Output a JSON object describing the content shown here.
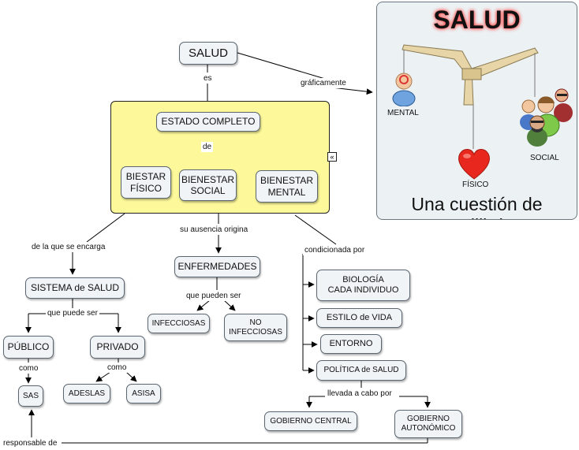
{
  "nodes": {
    "salud": "SALUD",
    "estado_completo": "ESTADO COMPLETO",
    "biestar_fisico": "BIESTAR\nFÍSICO",
    "bienestar_social": "BIENESTAR\nSOCIAL",
    "bienestar_mental": "BIENESTAR\nMENTAL",
    "sistema_salud": "SISTEMA de SALUD",
    "publico": "PÚBLICO",
    "privado": "PRIVADO",
    "sas": "SAS",
    "adeslas": "ADESLAS",
    "asisa": "ASISA",
    "enfermedades": "ENFERMEDADES",
    "infecciosas": "INFECCIOSAS",
    "no_infecciosas": "NO\nINFECCIOSAS",
    "biologia": "BIOLOGÍA\nCADA INDIVIDUO",
    "estilo_vida": "ESTILO de VIDA",
    "entorno": "ENTORNO",
    "politica_salud": "POLÍTICA de SALUD",
    "gobierno_central": "GOBIERNO CENTRAL",
    "gobierno_autonomico": "GOBIERNO\nAUTONÓMICO"
  },
  "links": {
    "es": "es",
    "graficamente": "gráficamente",
    "de": "de",
    "de_la_que": "de la que se encarga",
    "su_ausencia": "su ausencia origina",
    "condicionada": "condicionada por",
    "que_puede_ser": "que puede ser",
    "como_1": "como",
    "como_2": "como",
    "que_pueden_ser": "que pueden ser",
    "llevada": "llevada a cabo por",
    "responsable": "responsable de"
  },
  "collapse_symbol": "«",
  "image_panel": {
    "title": "SALUD",
    "caption": "Una cuestión de equilibrio",
    "label_mental": "MENTAL",
    "label_fisico": "FÍSICO",
    "label_social": "SOCIAL"
  },
  "colors": {
    "group_fill": "#fdf99b",
    "node_fill": "#f1f4f6",
    "heart": "#e8281e",
    "beam": "#e7d5a8"
  }
}
